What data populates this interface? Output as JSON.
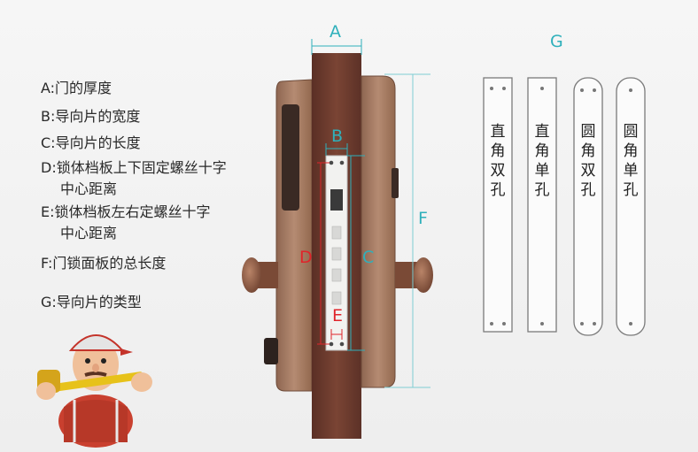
{
  "legend": {
    "a": "A:门的厚度",
    "b": "B:导向片的宽度",
    "c": "C:导向片的长度",
    "d1": "D:锁体档板上下固定螺丝十字",
    "d2": "中心距离",
    "e1": "E:锁体档板左右定螺丝十字",
    "e2": "中心距离",
    "f": "F:门锁面板的总长度",
    "g": "G:导向片的类型"
  },
  "dim_labels": {
    "a": "A",
    "b": "B",
    "c": "C",
    "d": "D",
    "e": "E",
    "f": "F",
    "g": "G"
  },
  "plates": [
    {
      "label": "直角双孔",
      "shape": "square-corner",
      "holes": 2
    },
    {
      "label": "直角单孔",
      "shape": "square-corner",
      "holes": 1
    },
    {
      "label": "圆角双孔",
      "shape": "round-corner",
      "holes": 2
    },
    {
      "label": "圆角单孔",
      "shape": "round-corner",
      "holes": 1
    }
  ],
  "colors": {
    "door": "#6a3a2e",
    "lock_body": "#a57b64",
    "knob": "#8a5a44",
    "dim_teal": "#2fb0bb",
    "dim_red": "#e0242a"
  }
}
